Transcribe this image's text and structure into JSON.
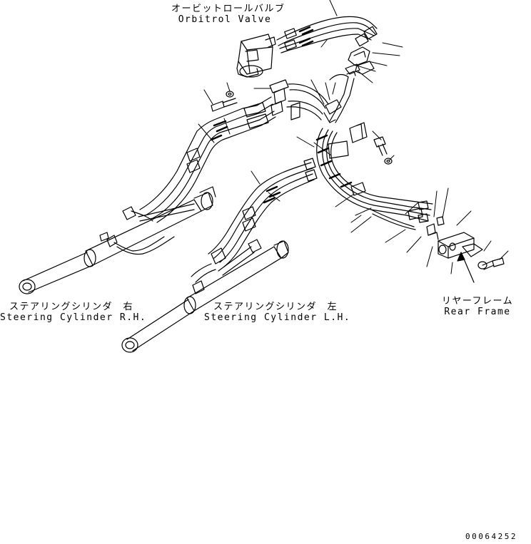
{
  "labels": {
    "orbitrol_jp": "オービットロールバルブ",
    "orbitrol_en": "Orbitrol Valve",
    "cyl_rh_jp": "ステアリングシリンダ　右",
    "cyl_rh_en": "Steering Cylinder R.H.",
    "cyl_lh_jp": "ステアリングシリンダ　左",
    "cyl_lh_en": "Steering Cylinder L.H.",
    "rear_jp": "リヤーフレーム",
    "rear_en": "Rear Frame"
  },
  "drawing_number": "00064252"
}
